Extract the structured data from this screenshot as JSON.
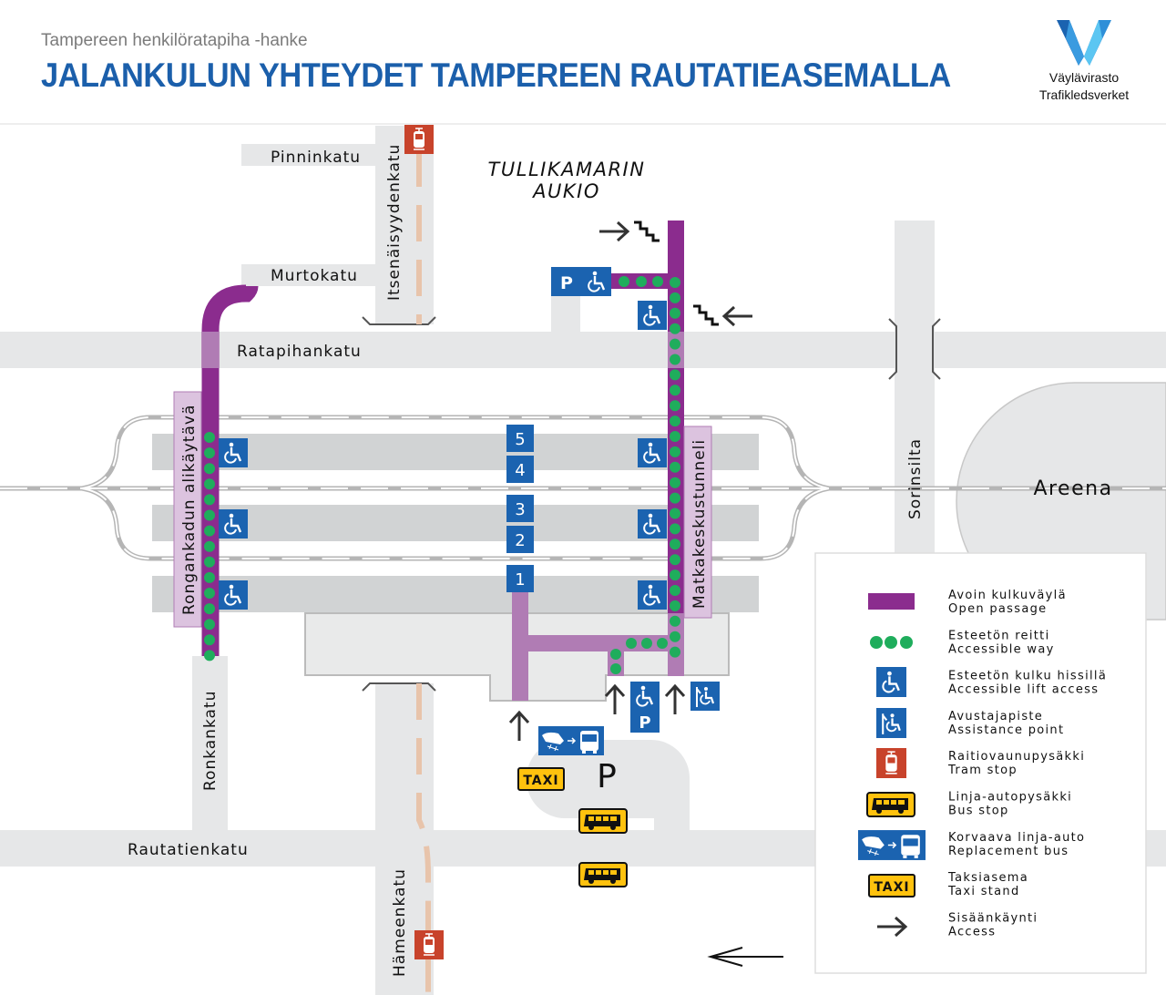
{
  "header": {
    "subtitle": "Tampereen henkilöratapiha -hanke",
    "title": "JALANKULUN YHTEYDET TAMPEREEN RAUTATIEASEMALLA",
    "logo_line1": "Väylävirasto",
    "logo_line2": "Trafikledsverket"
  },
  "colors": {
    "open_passage": "#8b2c8e",
    "accessible_way": "#1fad5c",
    "sign_blue": "#1b63b0",
    "tram_red": "#c8432b",
    "bus_yellow": "#ffc20e",
    "title_blue": "#1b5fab"
  },
  "map": {
    "streets": {
      "pinninkatu": "Pinninkatu",
      "murtokatu": "Murtokatu",
      "itsenaisyydenkatu": "Itsenäisyydenkatu",
      "ratapihankatu": "Ratapihankatu",
      "sorinsilta": "Sorinsilta",
      "ronkankatu": "Ronkankatu",
      "rautatienkatu": "Rautatienkatu",
      "hameenkatu": "Hämeenkatu"
    },
    "square_line1": "TULLIKAMARIN",
    "square_line2": "AUKIO",
    "areena": "Areena",
    "underpass_left": "Rongankadun alikäytävä",
    "tunnel_right": "Matkakeskustunneli",
    "platforms": [
      "5",
      "4",
      "3",
      "2",
      "1"
    ],
    "parking_label": "P",
    "taxi_label": "TAXI"
  },
  "legend": [
    {
      "icon": "open-passage",
      "fi": "Avoin kulkuväylä",
      "en": "Open passage"
    },
    {
      "icon": "accessible-way",
      "fi": "Esteetön reitti",
      "en": "Accessible way"
    },
    {
      "icon": "wheelchair",
      "fi": "Esteetön kulku hissillä",
      "en": "Accessible lift access"
    },
    {
      "icon": "assistance",
      "fi": "Avustajapiste",
      "en": "Assistance point"
    },
    {
      "icon": "tram",
      "fi": "Raitiovaunupysäkki",
      "en": "Tram stop"
    },
    {
      "icon": "bus",
      "fi": "Linja-autopysäkki",
      "en": "Bus stop"
    },
    {
      "icon": "replacement-bus",
      "fi": "Korvaava linja-auto",
      "en": "Replacement bus"
    },
    {
      "icon": "taxi",
      "fi": "Taksiasema",
      "en": "Taxi stand"
    },
    {
      "icon": "arrow",
      "fi": "Sisäänkäynti",
      "en": "Access"
    }
  ]
}
